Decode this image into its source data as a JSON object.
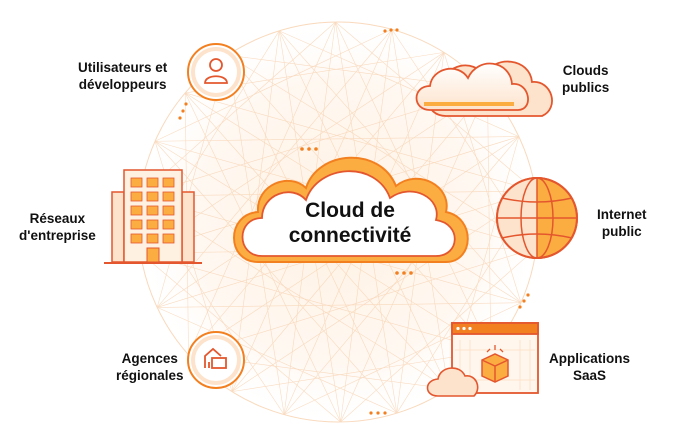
{
  "center": {
    "line1": "Cloud de",
    "line2": "connectivité"
  },
  "nodes": {
    "users": {
      "line1": "Utilisateurs et",
      "line2": "développeurs",
      "icon": "user-icon"
    },
    "public_clouds": {
      "line1": "Clouds",
      "line2": "publics",
      "icon": "cloud-icon"
    },
    "enterprise_networks": {
      "line1": "Réseaux",
      "line2": "d'entreprise",
      "icon": "building-icon"
    },
    "public_internet": {
      "line1": "Internet",
      "line2": "public",
      "icon": "globe-icon"
    },
    "regional_offices": {
      "line1": "Agences",
      "line2": "régionales",
      "icon": "house-icon"
    },
    "saas_apps": {
      "line1": "Applications",
      "line2": "SaaS",
      "icon": "app-window-icon"
    }
  },
  "colors": {
    "orange": "#F38020",
    "orange_light": "#FBAD41",
    "peach": "#FDE3CC",
    "outline": "#E4572E",
    "text": "#111111"
  }
}
